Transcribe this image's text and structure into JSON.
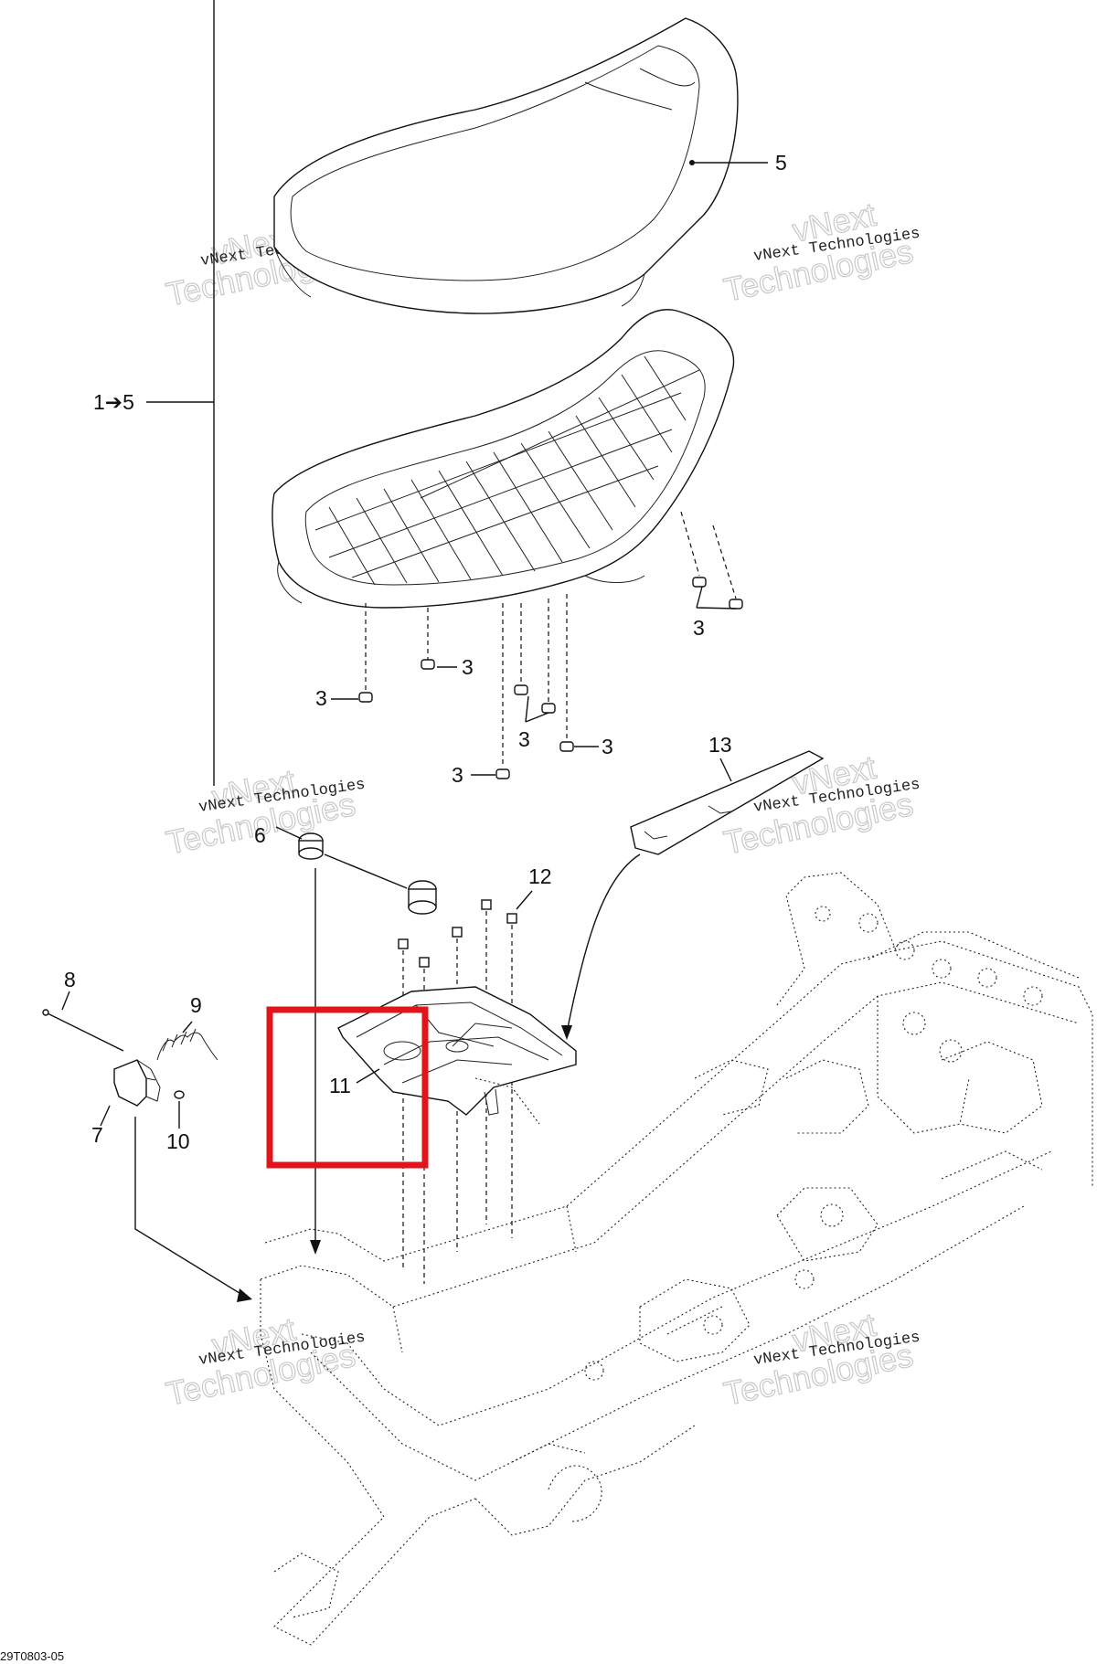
{
  "callouts": {
    "c1to5": "1➔5",
    "c5": "5",
    "c3": "3",
    "c6": "6",
    "c7": "7",
    "c8": "8",
    "c9": "9",
    "c10": "10",
    "c11": "11",
    "c12": "12",
    "c13": "13"
  },
  "watermark": {
    "line1": "vNext",
    "line2": "vNext Technologies",
    "line3": "Technologies"
  },
  "drawing_code": "29T0803-05",
  "colors": {
    "highlight": "#e0141b",
    "line": "#111111"
  }
}
